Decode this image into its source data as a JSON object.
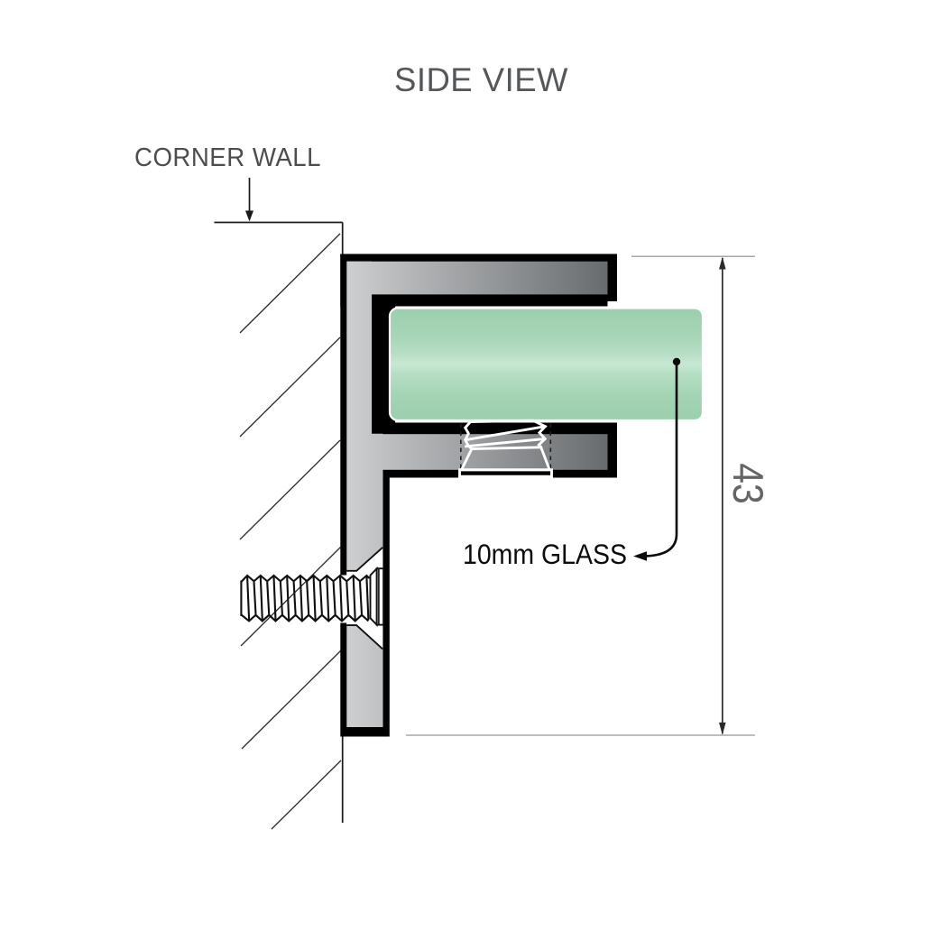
{
  "diagram": {
    "title": "SIDE VIEW",
    "wall_label": "CORNER WALL",
    "glass_label": "10mm GLASS",
    "dimension_value": "43",
    "colors": {
      "glass_green": "#a3d4b5",
      "glass_green_highlight": "#c9e8d4",
      "metal_light": "#d0d2d4",
      "metal_dark": "#64686b",
      "outline_black": "#000000",
      "title_gray": "#55585b",
      "dim_line_gray": "#a8a8a8"
    }
  }
}
